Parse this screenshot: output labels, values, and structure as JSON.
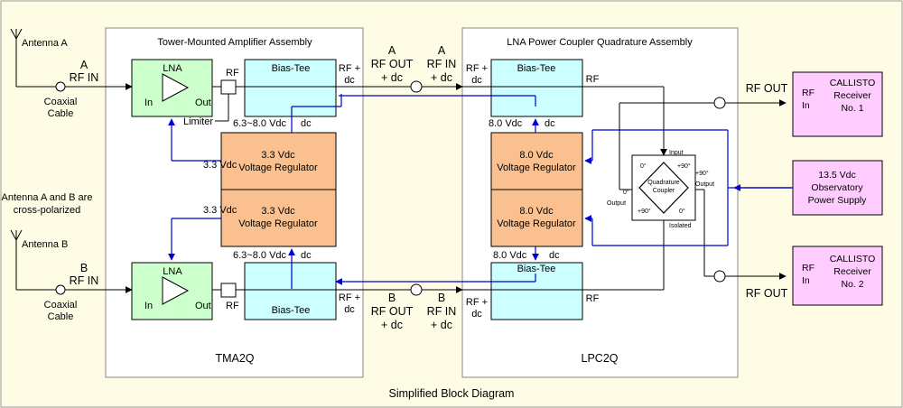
{
  "title": "Simplified Block Diagram",
  "antennas": {
    "a": "Antenna A",
    "b": "Antenna B",
    "note_line1": "Antenna A and B are",
    "note_line2": "cross-polarized",
    "coax": "Coaxial",
    "cable": "Cable"
  },
  "rf_in_a": {
    "l1": "A",
    "l2": "RF IN"
  },
  "rf_in_b": {
    "l1": "B",
    "l2": "RF IN"
  },
  "tma": {
    "title": "Tower-Mounted Amplifier Assembly",
    "name": "TMA2Q",
    "lna": "LNA",
    "lna_in": "In",
    "lna_out": "Out",
    "rf": "RF",
    "limiter": "Limiter",
    "bias_tee": "Bias-Tee",
    "rf_plus": "RF +",
    "dc": "dc",
    "v_range": "6.3~8.0 Vdc",
    "reg_volt": "3.3 Vdc",
    "reg_name": "Voltage Regulator",
    "v33": "3.3 Vdc"
  },
  "links": {
    "a_out": {
      "l1": "A",
      "l2": "RF OUT",
      "l3": "+ dc"
    },
    "a_in": {
      "l1": "A",
      "l2": "RF IN",
      "l3": "+ dc"
    },
    "b_out": {
      "l1": "B",
      "l2": "RF OUT",
      "l3": "+ dc"
    },
    "b_in": {
      "l1": "B",
      "l2": "RF IN",
      "l3": "+ dc"
    }
  },
  "lpc": {
    "title": "LNA Power Coupler Quadrature Assembly",
    "name": "LPC2Q",
    "bias_tee": "Bias-Tee",
    "rf_plus": "RF +",
    "dc": "dc",
    "rf": "RF",
    "v80": "8.0 Vdc",
    "reg_volt": "8.0 Vdc",
    "reg_name": "Voltage Regulator"
  },
  "coupler": {
    "name1": "Quadrature",
    "name2": "Coupler",
    "input": "Input",
    "isolated": "Isolated",
    "out_label": "Output",
    "deg0": "0°",
    "deg0_out": "0°",
    "deg90p": "+90°",
    "deg90_out": "+90°",
    "deg90b": "+90°",
    "deg0b": "0°"
  },
  "rf_out": "RF OUT",
  "receiver1": {
    "rf": "RF",
    "in": "In",
    "l1": "CALLISTO",
    "l2": "Receiver",
    "l3": "No. 1"
  },
  "receiver2": {
    "rf": "RF",
    "in": "In",
    "l1": "CALLISTO",
    "l2": "Receiver",
    "l3": "No. 2"
  },
  "power": {
    "l1": "13.5  Vdc",
    "l2": "Observatory",
    "l3": "Power Supply"
  },
  "colors": {
    "lna": "#ccffcc",
    "bias_tee": "#ccffff",
    "regulator": "#fac090",
    "receiver": "#ffccff",
    "background": "#fffce6",
    "dc_line": "#0000cc"
  }
}
